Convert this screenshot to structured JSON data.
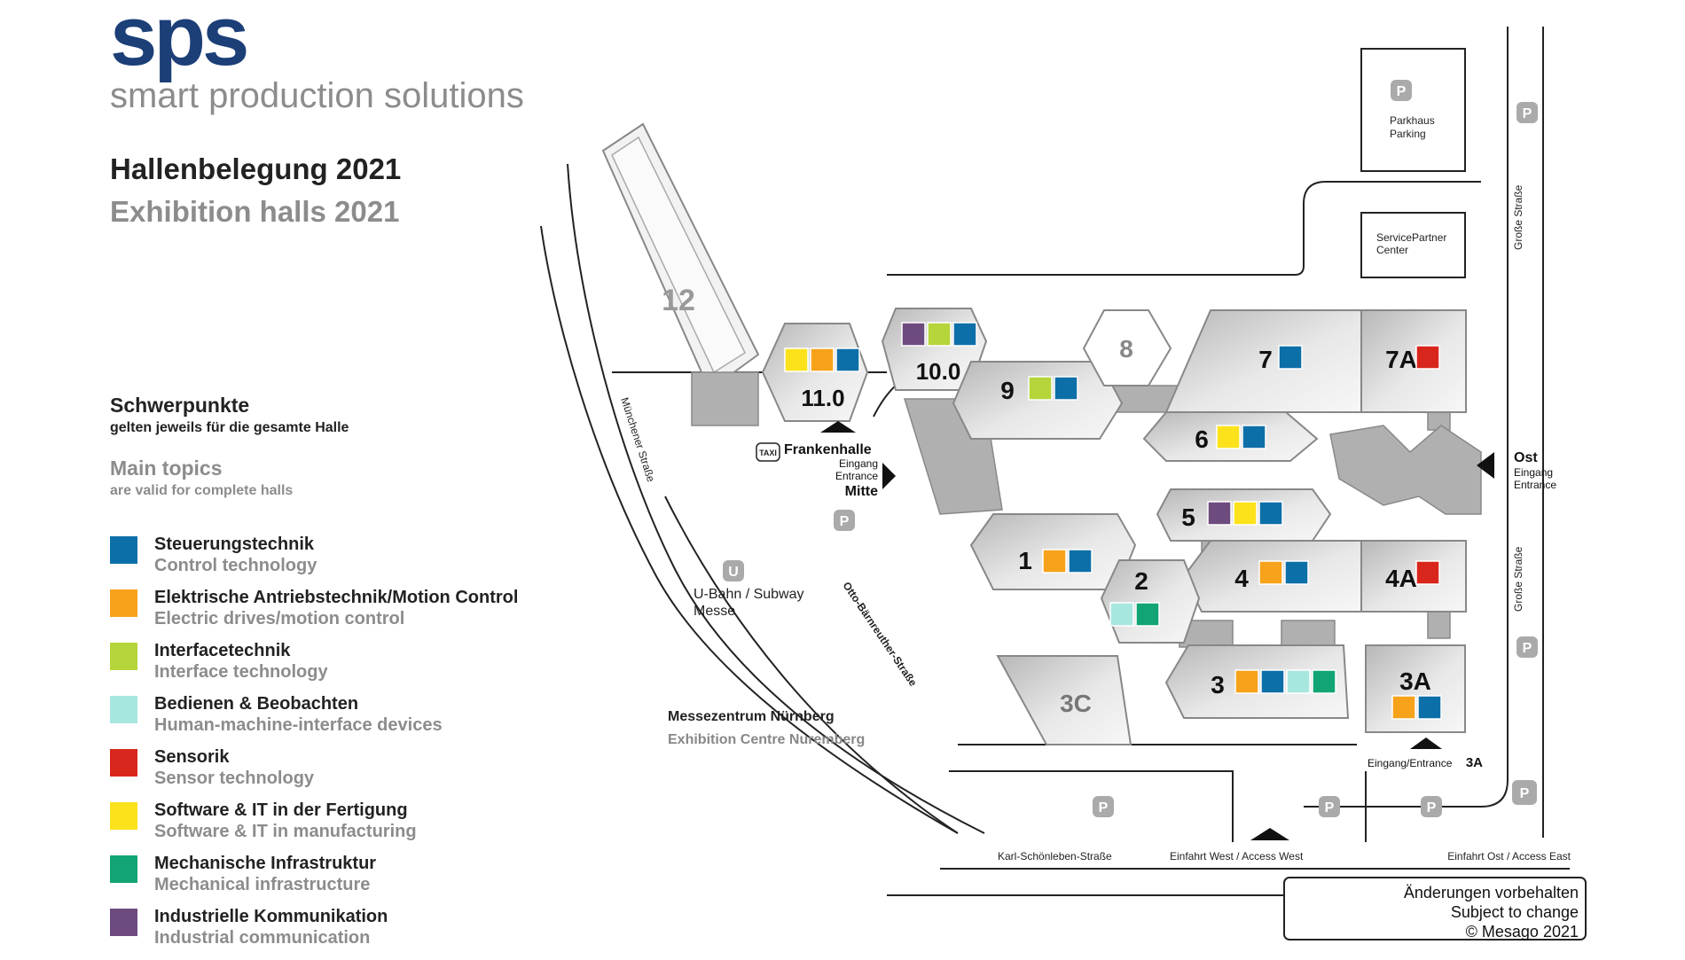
{
  "header": {
    "logo": "sps",
    "tagline": "smart production solutions",
    "title_de": "Hallenbelegung 2021",
    "title_en": "Exhibition halls 2021"
  },
  "topics": {
    "heading_de": "Schwerpunkte",
    "subheading_de": "gelten jeweils für die gesamte Halle",
    "heading_en": "Main topics",
    "subheading_en": "are valid for complete halls"
  },
  "colors": {
    "control": "#0d6fa8",
    "drives": "#f7a21b",
    "interface": "#b5d53a",
    "hmi": "#a8e6e0",
    "sensor": "#d9261c",
    "software": "#fce21b",
    "mechanical": "#12a475",
    "communication": "#6e4b7e"
  },
  "legend": [
    {
      "key": "control",
      "de": "Steuerungstechnik",
      "en": "Control technology"
    },
    {
      "key": "drives",
      "de": "Elektrische Antriebstechnik/Motion Control",
      "en": "Electric drives/motion control"
    },
    {
      "key": "interface",
      "de": "Interfacetechnik",
      "en": "Interface technology"
    },
    {
      "key": "hmi",
      "de": "Bedienen & Beobachten",
      "en": "Human-machine-interface devices"
    },
    {
      "key": "sensor",
      "de": "Sensorik",
      "en": "Sensor technology"
    },
    {
      "key": "software",
      "de": "Software & IT in der Fertigung",
      "en": "Software & IT in manufacturing"
    },
    {
      "key": "mechanical",
      "de": "Mechanische Infrastruktur",
      "en": "Mechanical infrastructure"
    },
    {
      "key": "communication",
      "de": "Industrielle Kommunikation",
      "en": "Industrial communication"
    }
  ],
  "halls": [
    {
      "name": "12",
      "topics": []
    },
    {
      "name": "11.0",
      "topics": [
        "software",
        "drives",
        "control"
      ]
    },
    {
      "name": "10.0",
      "topics": [
        "communication",
        "interface",
        "control"
      ]
    },
    {
      "name": "9",
      "topics": [
        "interface",
        "control"
      ]
    },
    {
      "name": "8",
      "topics": []
    },
    {
      "name": "7",
      "topics": [
        "control"
      ]
    },
    {
      "name": "7A",
      "topics": [
        "sensor"
      ]
    },
    {
      "name": "6",
      "topics": [
        "software",
        "control"
      ]
    },
    {
      "name": "5",
      "topics": [
        "communication",
        "software",
        "control"
      ]
    },
    {
      "name": "4",
      "topics": [
        "drives",
        "control"
      ]
    },
    {
      "name": "4A",
      "topics": [
        "sensor"
      ]
    },
    {
      "name": "1",
      "topics": [
        "drives",
        "control"
      ]
    },
    {
      "name": "2",
      "topics": [
        "hmi",
        "mechanical"
      ]
    },
    {
      "name": "3",
      "topics": [
        "drives",
        "control",
        "hmi",
        "mechanical"
      ]
    },
    {
      "name": "3A",
      "topics": [
        "drives",
        "control"
      ]
    },
    {
      "name": "3C",
      "topics": []
    }
  ],
  "map_labels": {
    "parkhaus": "Parkhaus",
    "parking": "Parking",
    "service1": "ServicePartner",
    "service2": "Center",
    "grosse_strasse": "Große Straße",
    "muenchener": "Münchener Straße",
    "otto": "Otto-Bärnreuther-Straße",
    "karl": "Karl-Schönleben-Straße",
    "taxi": "TAXI",
    "frankenhalle": "Frankenhalle",
    "eingang": "Eingang",
    "entrance": "Entrance",
    "mitte": "Mitte",
    "ost": "Ost",
    "ubahn1": "U-Bahn / Subway",
    "ubahn2": "Messe",
    "u": "U",
    "p": "P",
    "messe_de": "Messezentrum Nürnberg",
    "messe_en": "Exhibition Centre Nuremberg",
    "entrance3a": "Eingang/Entrance",
    "entrance3a_num": "3A",
    "einfahrt_west": "Einfahrt West / Access West",
    "einfahrt_ost": "Einfahrt Ost / Access East",
    "notice1": "Änderungen vorbehalten",
    "notice2": "Subject to change",
    "notice3": "© Mesago 2021"
  }
}
